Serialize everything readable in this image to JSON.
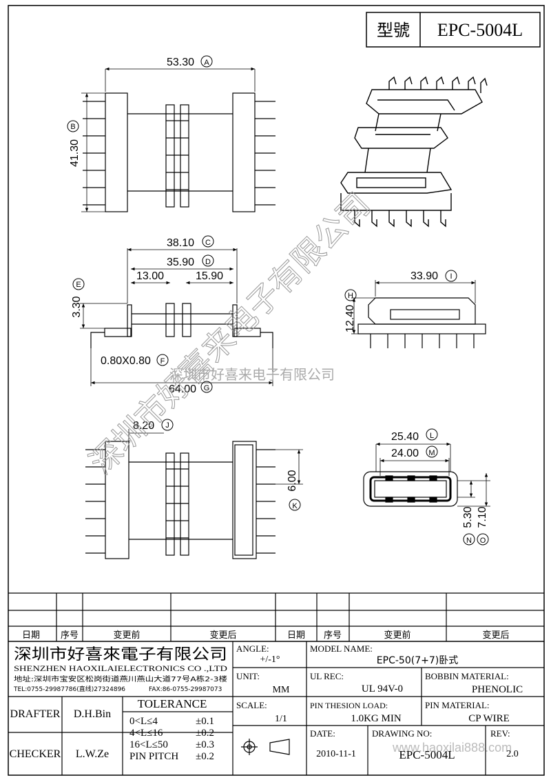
{
  "title_block": {
    "model_label": "型號",
    "model_value": "EPC-5004L"
  },
  "dimensions": {
    "A": {
      "value": "53.30",
      "marker": "A"
    },
    "B": {
      "value": "41.30",
      "marker": "B"
    },
    "C": {
      "value": "38.10",
      "marker": "C"
    },
    "D": {
      "value": "35.90",
      "marker": "D"
    },
    "d13": {
      "value": "13.00"
    },
    "d1590": {
      "value": "15.90"
    },
    "E": {
      "value": "3.30",
      "marker": "E"
    },
    "F": {
      "value": "0.80X0.80",
      "marker": "F"
    },
    "G": {
      "value": "64.00",
      "marker": "G"
    },
    "H": {
      "value": "12.40",
      "marker": "H"
    },
    "I": {
      "value": "33.90",
      "marker": "I"
    },
    "J": {
      "value": "8.20",
      "marker": "J"
    },
    "K": {
      "value": "6.00",
      "marker": "K"
    },
    "L": {
      "value": "25.40",
      "marker": "L"
    },
    "M": {
      "value": "24.00",
      "marker": "M"
    },
    "N": {
      "value": "5.30",
      "marker": "N"
    },
    "O": {
      "value": "7.10",
      "marker": "O"
    }
  },
  "watermarks": {
    "diagonal": "深圳市好喜来电子有限公司",
    "horizontal": "深圳市好喜来电子有限公司",
    "site": "www.haoxilai888.com"
  },
  "revision_table": {
    "headers": [
      "日期",
      "序号",
      "变更前",
      "变更后",
      "日期",
      "序号",
      "变更前",
      "变更后"
    ]
  },
  "company": {
    "name_cn": "深圳市好喜來電子有限公司",
    "name_en": "SHENZHEN  HAOXILAIELECTRONICS  CO .,LTD",
    "address": "地址:深圳市宝安区松岗街道燕川燕山大道77号A栋2-3楼",
    "tel": "TEL:0755-29987786(直线)27324896",
    "fax": "FAX:86-0755-29987073"
  },
  "fields": {
    "angle_label": "ANGLE:",
    "angle_value": "+/-1°",
    "model_name_label": "MODEL NAME:",
    "model_name_value": "EPC-50(7+7)卧式",
    "unit_label": "UNIT:",
    "unit_value": "MM",
    "ul_rec_label": "UL REC:",
    "ul_rec_value": "UL 94V-0",
    "bobbin_label": "BOBBIN MATERIAL:",
    "bobbin_value": "PHENOLIC",
    "scale_label": "SCALE:",
    "scale_value": "1/1",
    "pin_load_label": "PIN THESION LOAD:",
    "pin_load_value": "1.0KG MIN",
    "pin_material_label": "PIN MATERIAL:",
    "pin_material_value": "CP  WIRE",
    "date_label": "DATE:",
    "date_value": "2010-11-1",
    "drawing_no_label": "DRAWING NO:",
    "drawing_no_value": "EPC-5004L",
    "rev_label": "REV:",
    "rev_value": "2.0",
    "drafter_label": "DRAFTER",
    "drafter_value": "D.H.Bin",
    "checker_label": "CHECKER",
    "checker_value": "L.W.Ze",
    "tolerance_label": "TOLERANCE",
    "tolerance_rows": [
      {
        "range": "0<L≤4",
        "value": "±0.1"
      },
      {
        "range": "4<L≤16",
        "value": "±0.2"
      },
      {
        "range": "16<L≤50",
        "value": "±0.3"
      },
      {
        "range": "PIN PITCH",
        "value": "±0.2"
      }
    ]
  }
}
